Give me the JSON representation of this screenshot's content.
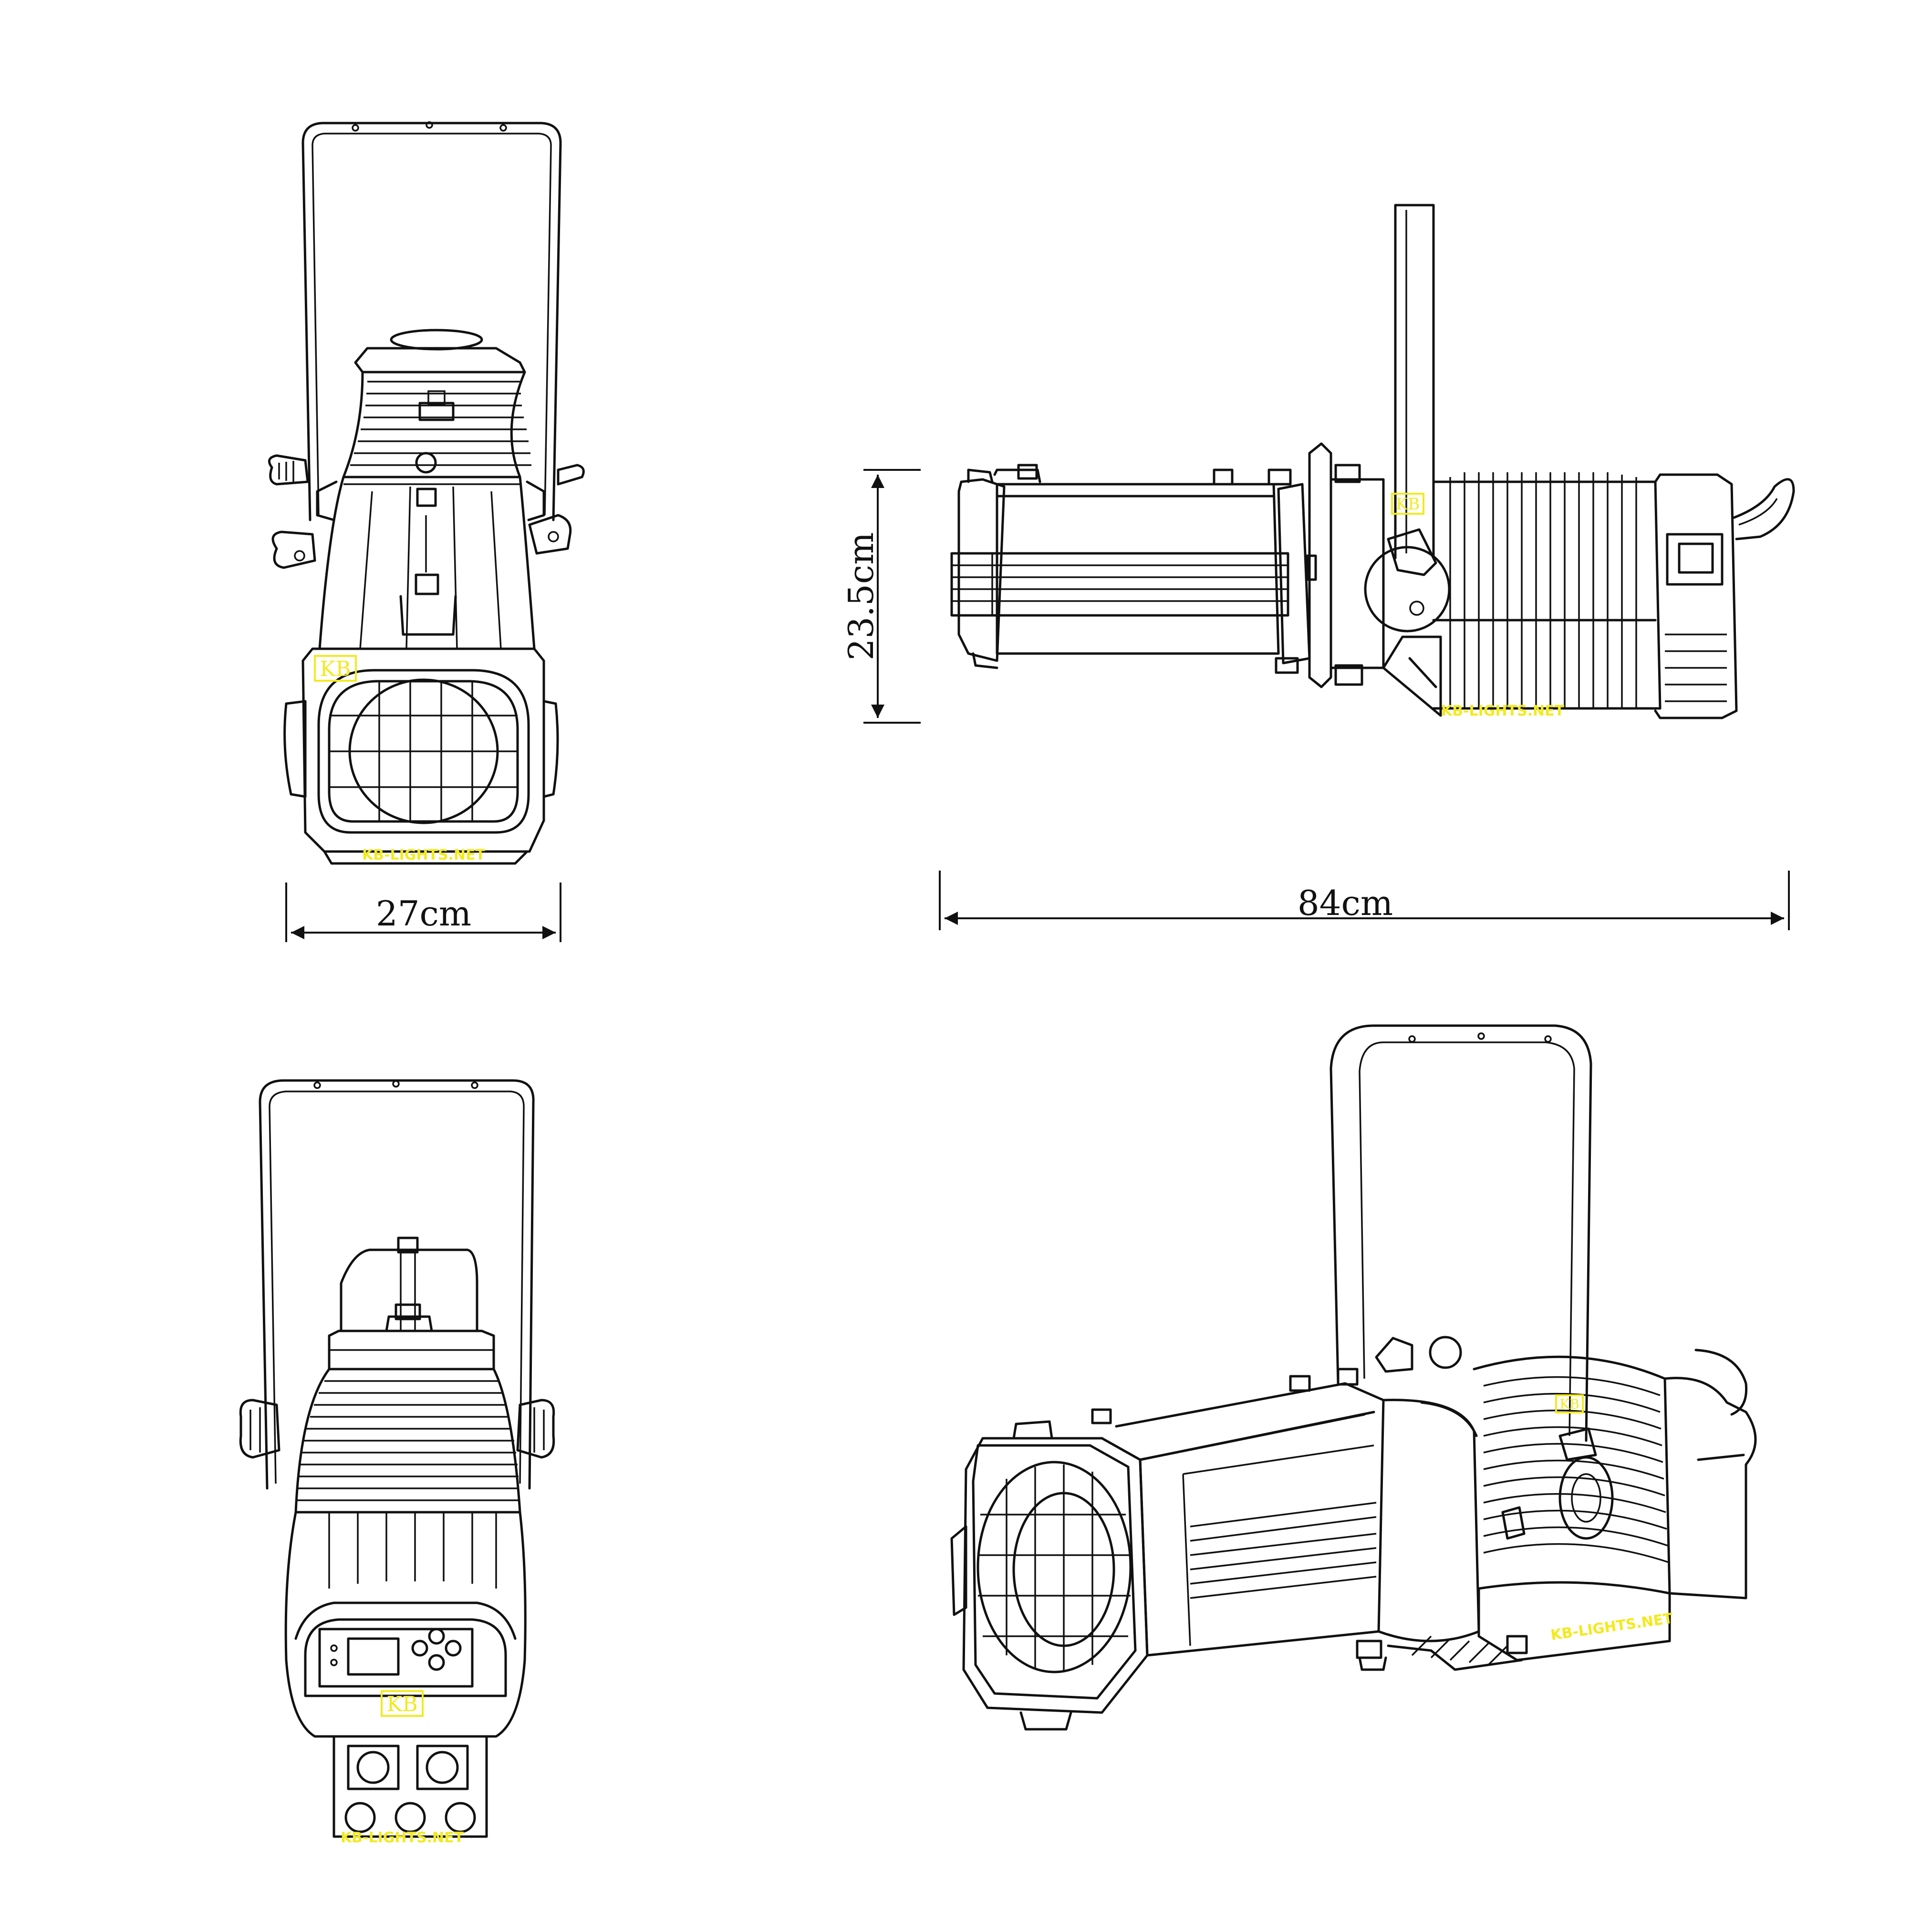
{
  "colors": {
    "line": "#111111",
    "watermark": "#f2ea1e",
    "background": "#ffffff"
  },
  "dimensions": {
    "width": "27cm",
    "height": "23.5cm",
    "length": "84cm"
  },
  "watermark": {
    "logo": "KB",
    "site": "KB-LIGHTS.NET"
  }
}
